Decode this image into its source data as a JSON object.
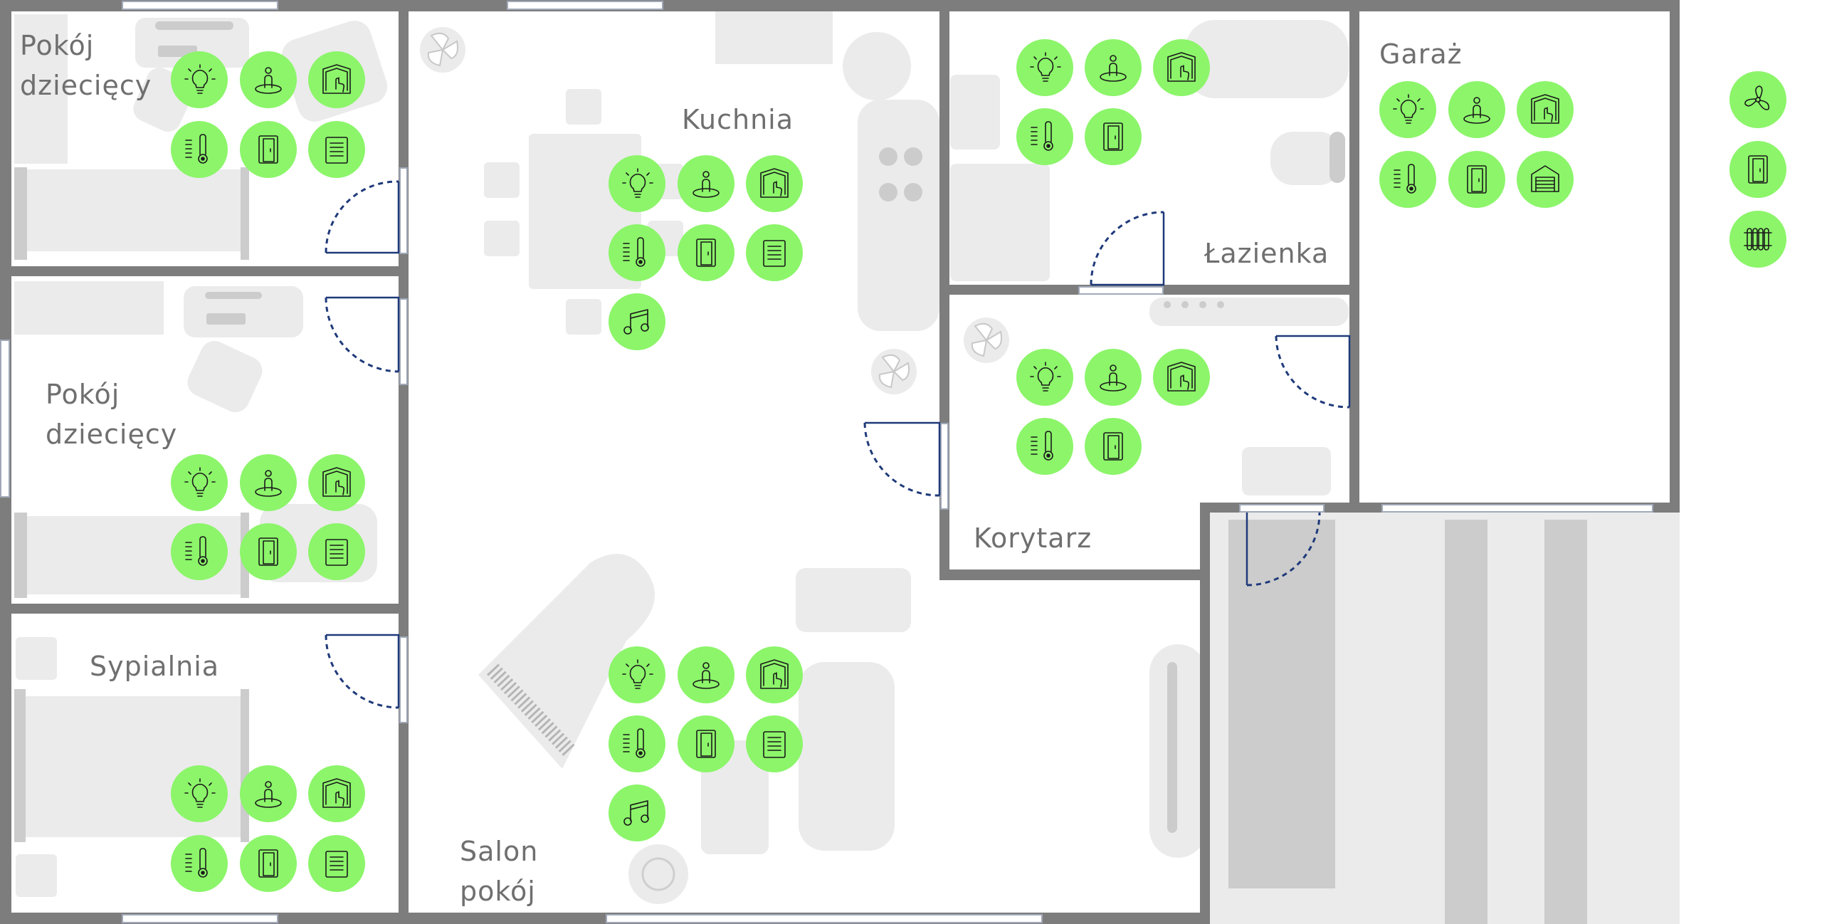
{
  "colors": {
    "wall": "#7d7d7d",
    "furniture": "#ebebeb",
    "door_arc": "#1f3a7a",
    "device_bg": "#8cf56a",
    "label": "#6f6f6f"
  },
  "rooms": [
    {
      "id": "kids-room-1",
      "lines": [
        "Pokój",
        "dziecięcy"
      ],
      "devices": [
        "light",
        "presence",
        "blinds",
        "thermostat",
        "door",
        "scene"
      ]
    },
    {
      "id": "kids-room-2",
      "lines": [
        "Pokój",
        "dziecięcy"
      ],
      "devices": [
        "light",
        "presence",
        "blinds",
        "thermostat",
        "door",
        "scene"
      ]
    },
    {
      "id": "bedroom",
      "lines": [
        "Sypialnia"
      ],
      "devices": [
        "light",
        "presence",
        "blinds",
        "thermostat",
        "door",
        "scene"
      ]
    },
    {
      "id": "kitchen",
      "lines": [
        "Kuchnia"
      ],
      "devices": [
        "light",
        "presence",
        "blinds",
        "thermostat",
        "door",
        "scene",
        "music"
      ]
    },
    {
      "id": "living-room",
      "lines": [
        "Salon",
        "pokój"
      ],
      "devices": [
        "light",
        "presence",
        "blinds",
        "thermostat",
        "door",
        "scene",
        "music"
      ]
    },
    {
      "id": "bathroom",
      "lines": [
        "Łazienka"
      ],
      "devices": [
        "light",
        "presence",
        "blinds",
        "thermostat",
        "door"
      ]
    },
    {
      "id": "hallway",
      "lines": [
        "Korytarz"
      ],
      "devices": [
        "light",
        "presence",
        "blinds",
        "thermostat",
        "door"
      ]
    },
    {
      "id": "garage",
      "lines": [
        "Garaż"
      ],
      "devices": [
        "light",
        "presence",
        "blinds",
        "thermostat",
        "door",
        "garage-door"
      ]
    }
  ],
  "global_devices": [
    "fan",
    "door",
    "radiator"
  ]
}
